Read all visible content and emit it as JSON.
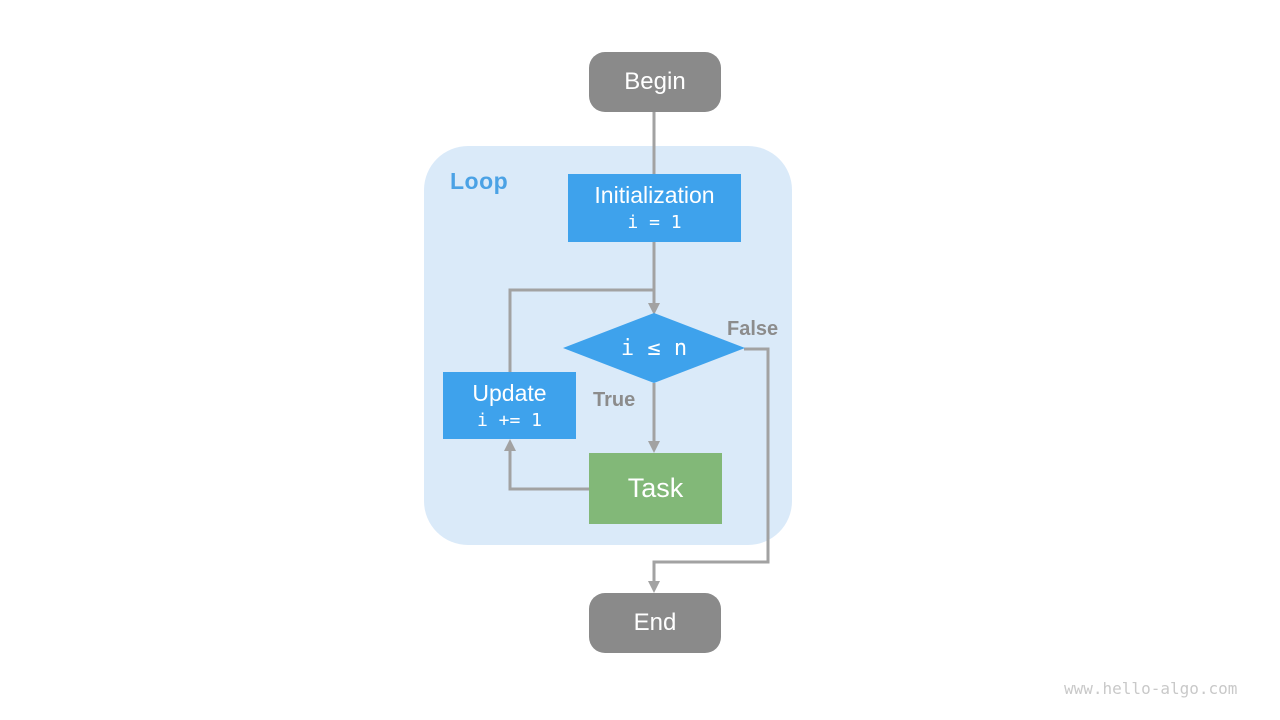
{
  "diagram": {
    "nodes": {
      "begin": {
        "label": "Begin"
      },
      "loop_container": {
        "label": "Loop"
      },
      "initialization": {
        "label": "Initialization",
        "code": "i = 1"
      },
      "condition": {
        "label": "i ≤ n"
      },
      "task": {
        "label": "Task"
      },
      "update": {
        "label": "Update",
        "code": "i += 1"
      },
      "end": {
        "label": "End"
      }
    },
    "edge_labels": {
      "true": "True",
      "false": "False"
    },
    "colors": {
      "process_blue": "#3EA2EC",
      "loop_background": "#DAEAF9",
      "loop_label_blue": "#4BA2E5",
      "terminal_gray": "#8A8A8A",
      "task_green": "#82B878",
      "arrow_gray": "#A2A2A2",
      "edge_label_gray": "#8C8C8C",
      "watermark_gray": "#C9C9C9"
    }
  },
  "page": {
    "watermark": "www.hello-algo.com"
  }
}
